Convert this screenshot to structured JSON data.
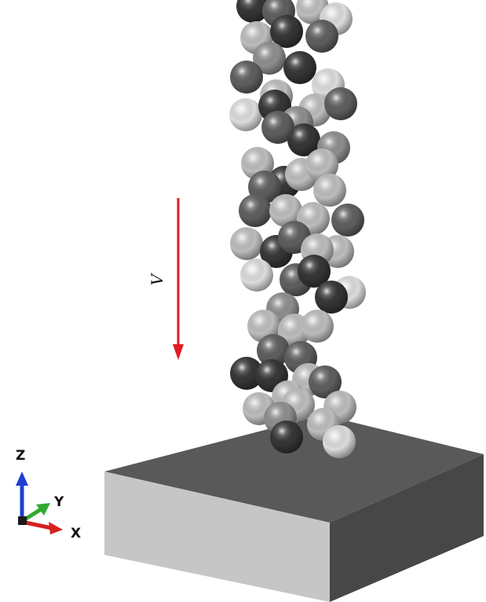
{
  "velocity_arrow": {
    "label": "V",
    "color": "#e01b22"
  },
  "axis_triad": {
    "z_label": "Z",
    "y_label": "Y",
    "x_label": "X",
    "z_color": "#1f3fd0",
    "y_color": "#2faa2f",
    "x_color": "#d42020"
  },
  "substrate": {
    "top_color": "#595959",
    "front_color": "#c6c6c6",
    "side_color": "#474747"
  },
  "particles": {
    "shades": [
      "#353535",
      "#5e5e5e",
      "#8e8e8e",
      "#bdbdbd",
      "#dcdcdc"
    ]
  }
}
